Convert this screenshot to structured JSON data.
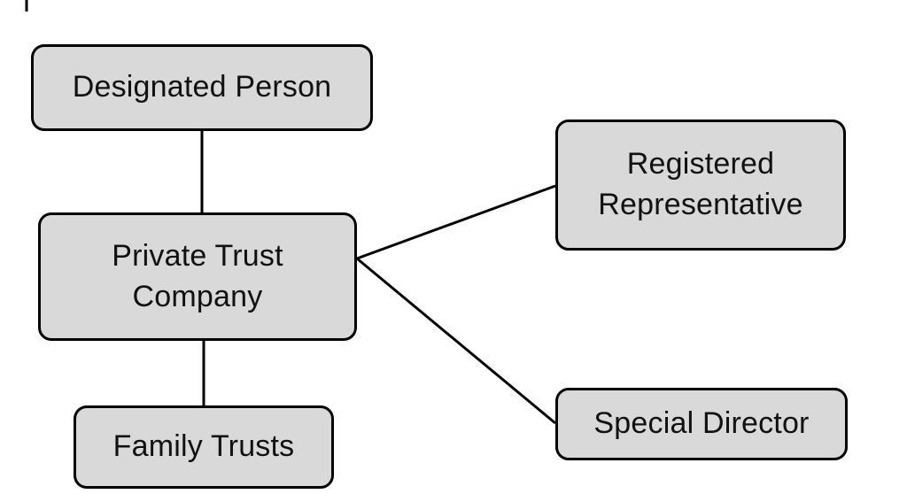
{
  "colors": {
    "background": "#ffffff",
    "node_fill": "#d9d9d9",
    "node_border": "#000000",
    "connector": "#000000",
    "text": "#111111"
  },
  "diagram": {
    "title": "",
    "nodes": [
      {
        "id": "designated-person",
        "lines": [
          "Designated Person"
        ]
      },
      {
        "id": "private-trust-company",
        "lines": [
          "Private Trust",
          "Company"
        ]
      },
      {
        "id": "family-trusts",
        "lines": [
          "Family Trusts"
        ]
      },
      {
        "id": "registered-representative",
        "lines": [
          "Registered",
          "Representative"
        ]
      },
      {
        "id": "special-director",
        "lines": [
          "Special Director"
        ]
      }
    ],
    "edges": [
      {
        "from": "designated-person",
        "to": "private-trust-company",
        "style": "vertical-line"
      },
      {
        "from": "private-trust-company",
        "to": "family-trusts",
        "style": "vertical-line"
      },
      {
        "from": "private-trust-company",
        "to": "registered-representative",
        "style": "diagonal-line"
      },
      {
        "from": "private-trust-company",
        "to": "special-director",
        "style": "diagonal-line"
      }
    ]
  }
}
